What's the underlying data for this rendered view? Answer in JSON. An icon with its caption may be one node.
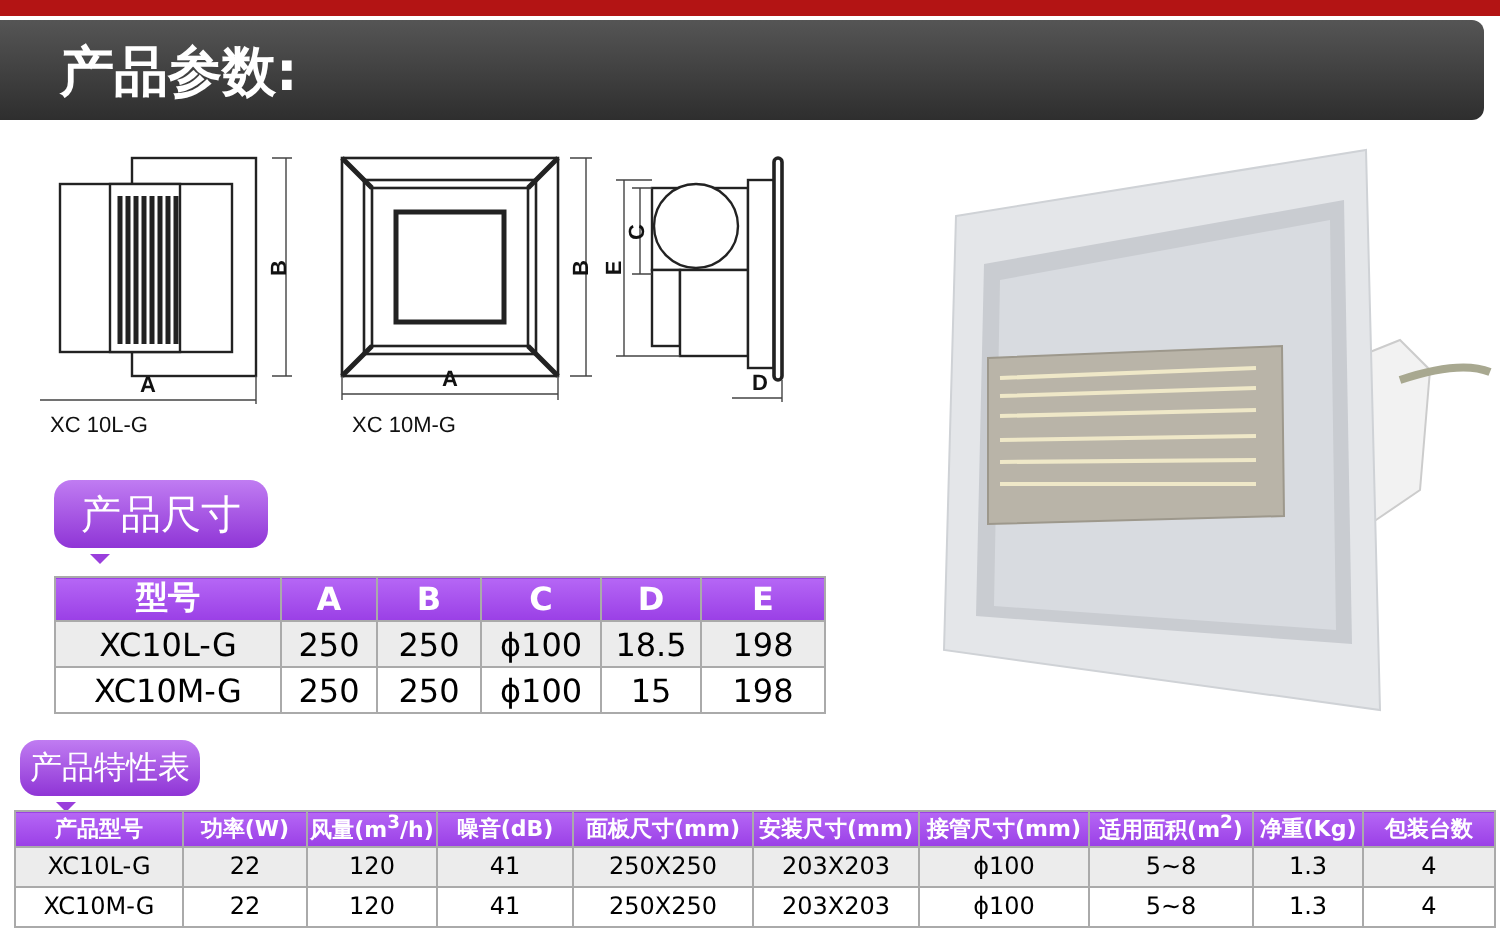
{
  "diagram": {
    "title": "产品参数:",
    "labels": [
      "A",
      "B",
      "B",
      "A",
      "E",
      "C",
      "D",
      "XC 10L-G",
      "XC 10M-G",
      "产品尺寸",
      "型号",
      "A",
      "B",
      "C",
      "D",
      "E",
      "XC10L-G",
      "250",
      "250",
      "ϕ100",
      "18.5",
      "198",
      "XC10M-G",
      "250",
      "250",
      "ϕ100",
      "15",
      "198",
      "产品特性表",
      "产品型号",
      "功率(W)",
      "风量(m$^{3}$/h)",
      "噪音(dB)",
      "面板尺寸(mm)",
      "安装尺寸(mm)",
      "接管尺寸(mm)",
      "适用面积(m$^{2}$)",
      "净重(Kg)",
      "包装台数",
      "XC10L-G",
      "22",
      "120",
      "41",
      "250X250",
      "203X203",
      "ϕ100",
      "5~8",
      "1.3",
      "4",
      "XC10M-G",
      "22",
      "120",
      "41",
      "250X250",
      "203X203",
      "ϕ100",
      "5~8",
      "1.3",
      "4"
    ]
  }
}
